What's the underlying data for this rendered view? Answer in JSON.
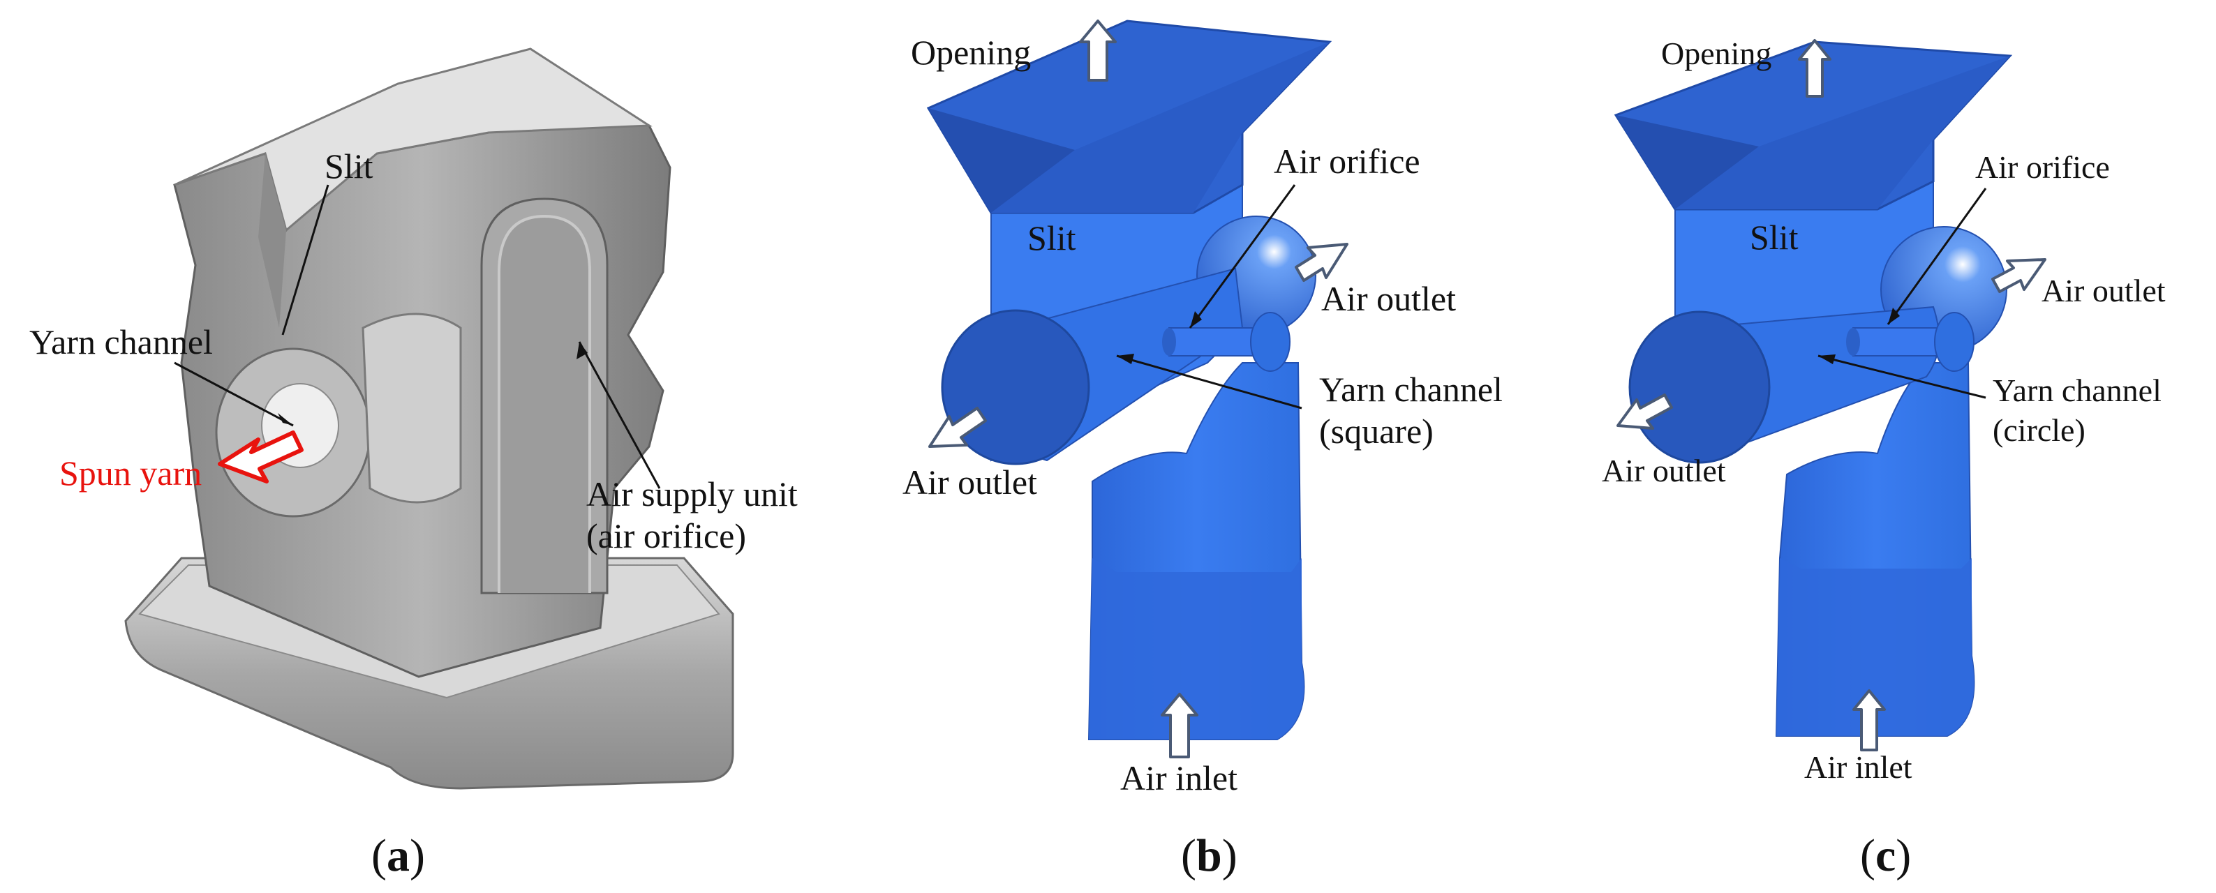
{
  "panel_a": {
    "slit": "Slit",
    "yarn_channel": "Yarn channel",
    "spun_yarn": "Spun yarn",
    "air_supply_unit_line1": "Air supply unit",
    "air_supply_unit_line2": "(air orifice)",
    "caption_open": "(",
    "caption_letter": "a",
    "caption_close": ")"
  },
  "panel_b": {
    "opening": "Opening",
    "slit": "Slit",
    "air_orifice": "Air orifice",
    "air_outlet_right": "Air outlet",
    "air_outlet_left": "Air outlet",
    "yarn_channel_line1": "Yarn channel",
    "yarn_channel_line2": "(square)",
    "air_inlet": "Air inlet",
    "caption_open": "(",
    "caption_letter": "b",
    "caption_close": ")"
  },
  "panel_c": {
    "opening": "Opening",
    "slit": "Slit",
    "air_orifice": "Air orifice",
    "air_outlet_right": "Air outlet",
    "air_outlet_left": "Air outlet",
    "yarn_channel_line1": "Yarn channel",
    "yarn_channel_line2": "(circle)",
    "air_inlet": "Air inlet",
    "caption_open": "(",
    "caption_letter": "c",
    "caption_close": ")"
  },
  "colors": {
    "background": "#ffffff",
    "gray_body": "#9a9a9a",
    "gray_light": "#cfcfcf",
    "gray_dark": "#6e6e6e",
    "blue_main": "#2f6fe0",
    "blue_dark": "#2454b8",
    "blue_light": "#4b8af0",
    "spun_yarn_red": "#e8130e",
    "text": "#111111"
  }
}
